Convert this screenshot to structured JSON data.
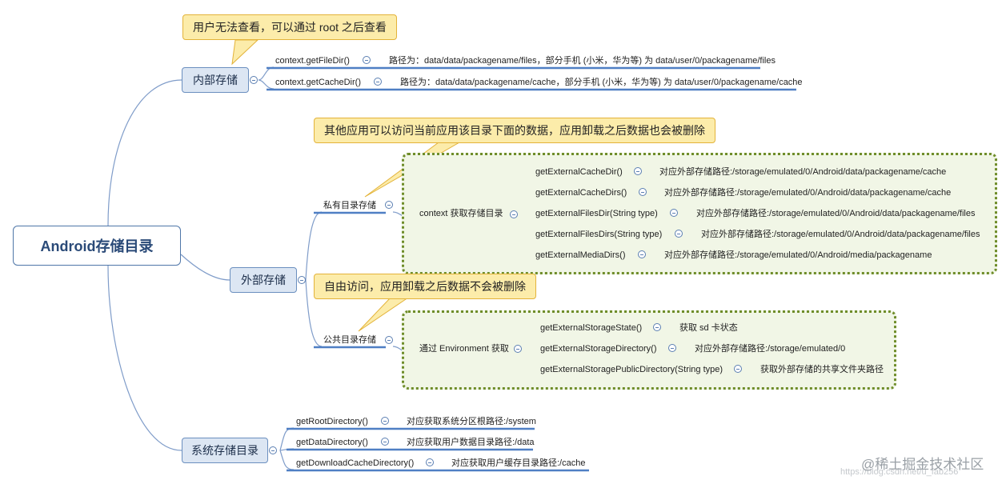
{
  "root": "Android存储目录",
  "internal": {
    "label": "内部存储",
    "note": "用户无法查看，可以通过 root 之后查看",
    "items": [
      {
        "method": "context.getFileDir()",
        "desc": "路径为：data/data/packagename/files，部分手机 (小米，华为等) 为 data/user/0/packagename/files"
      },
      {
        "method": "context.getCacheDir()",
        "desc": "路径为：data/data/packagename/cache，部分手机 (小米，华为等) 为 data/user/0/packagename/cache"
      }
    ]
  },
  "external": {
    "label": "外部存储",
    "private": {
      "label": "私有目录存储",
      "note": "其他应用可以访问当前应用该目录下面的数据，应用卸载之后数据也会被删除",
      "group": "context 获取存储目录",
      "items": [
        {
          "method": "getExternalCacheDir()",
          "desc": "对应外部存储路径:/storage/emulated/0/Android/data/packagename/cache"
        },
        {
          "method": "getExternalCacheDirs()",
          "desc": "对应外部存储路径:/storage/emulated/0/Android/data/packagename/cache"
        },
        {
          "method": "getExternalFilesDir(String type)",
          "desc": "对应外部存储路径:/storage/emulated/0/Android/data/packagename/files"
        },
        {
          "method": "getExternalFilesDirs(String type)",
          "desc": "对应外部存储路径:/storage/emulated/0/Android/data/packagename/files"
        },
        {
          "method": "getExternalMediaDirs()",
          "desc": "对应外部存储路径:/storage/emulated/0/Android/media/packagename"
        }
      ]
    },
    "public": {
      "label": "公共目录存储",
      "note": "自由访问，应用卸载之后数据不会被删除",
      "group": "通过 Environment 获取",
      "items": [
        {
          "method": "getExternalStorageState()",
          "desc": "获取 sd 卡状态"
        },
        {
          "method": "getExternalStorageDirectory()",
          "desc": "对应外部存储路径:/storage/emulated/0"
        },
        {
          "method": "getExternalStoragePublicDirectory(String type)",
          "desc": "获取外部存储的共享文件夹路径"
        }
      ]
    }
  },
  "system": {
    "label": "系统存储目录",
    "items": [
      {
        "method": "getRootDirectory()",
        "desc": "对应获取系统分区根路径:/system"
      },
      {
        "method": "getDataDirectory()",
        "desc": "对应获取用户数据目录路径:/data"
      },
      {
        "method": "getDownloadCacheDirectory()",
        "desc": "对应获取用户缓存目录路径:/cache"
      }
    ]
  },
  "watermark": "@稀土掘金技术社区",
  "watermark_url": "https://blog.csdn.net/u_fab256",
  "colors": {
    "link": "#7f9cc9",
    "underline": "#4f7fc4",
    "note_line": "#e3c14a",
    "group_border": "#6f8d2a"
  }
}
